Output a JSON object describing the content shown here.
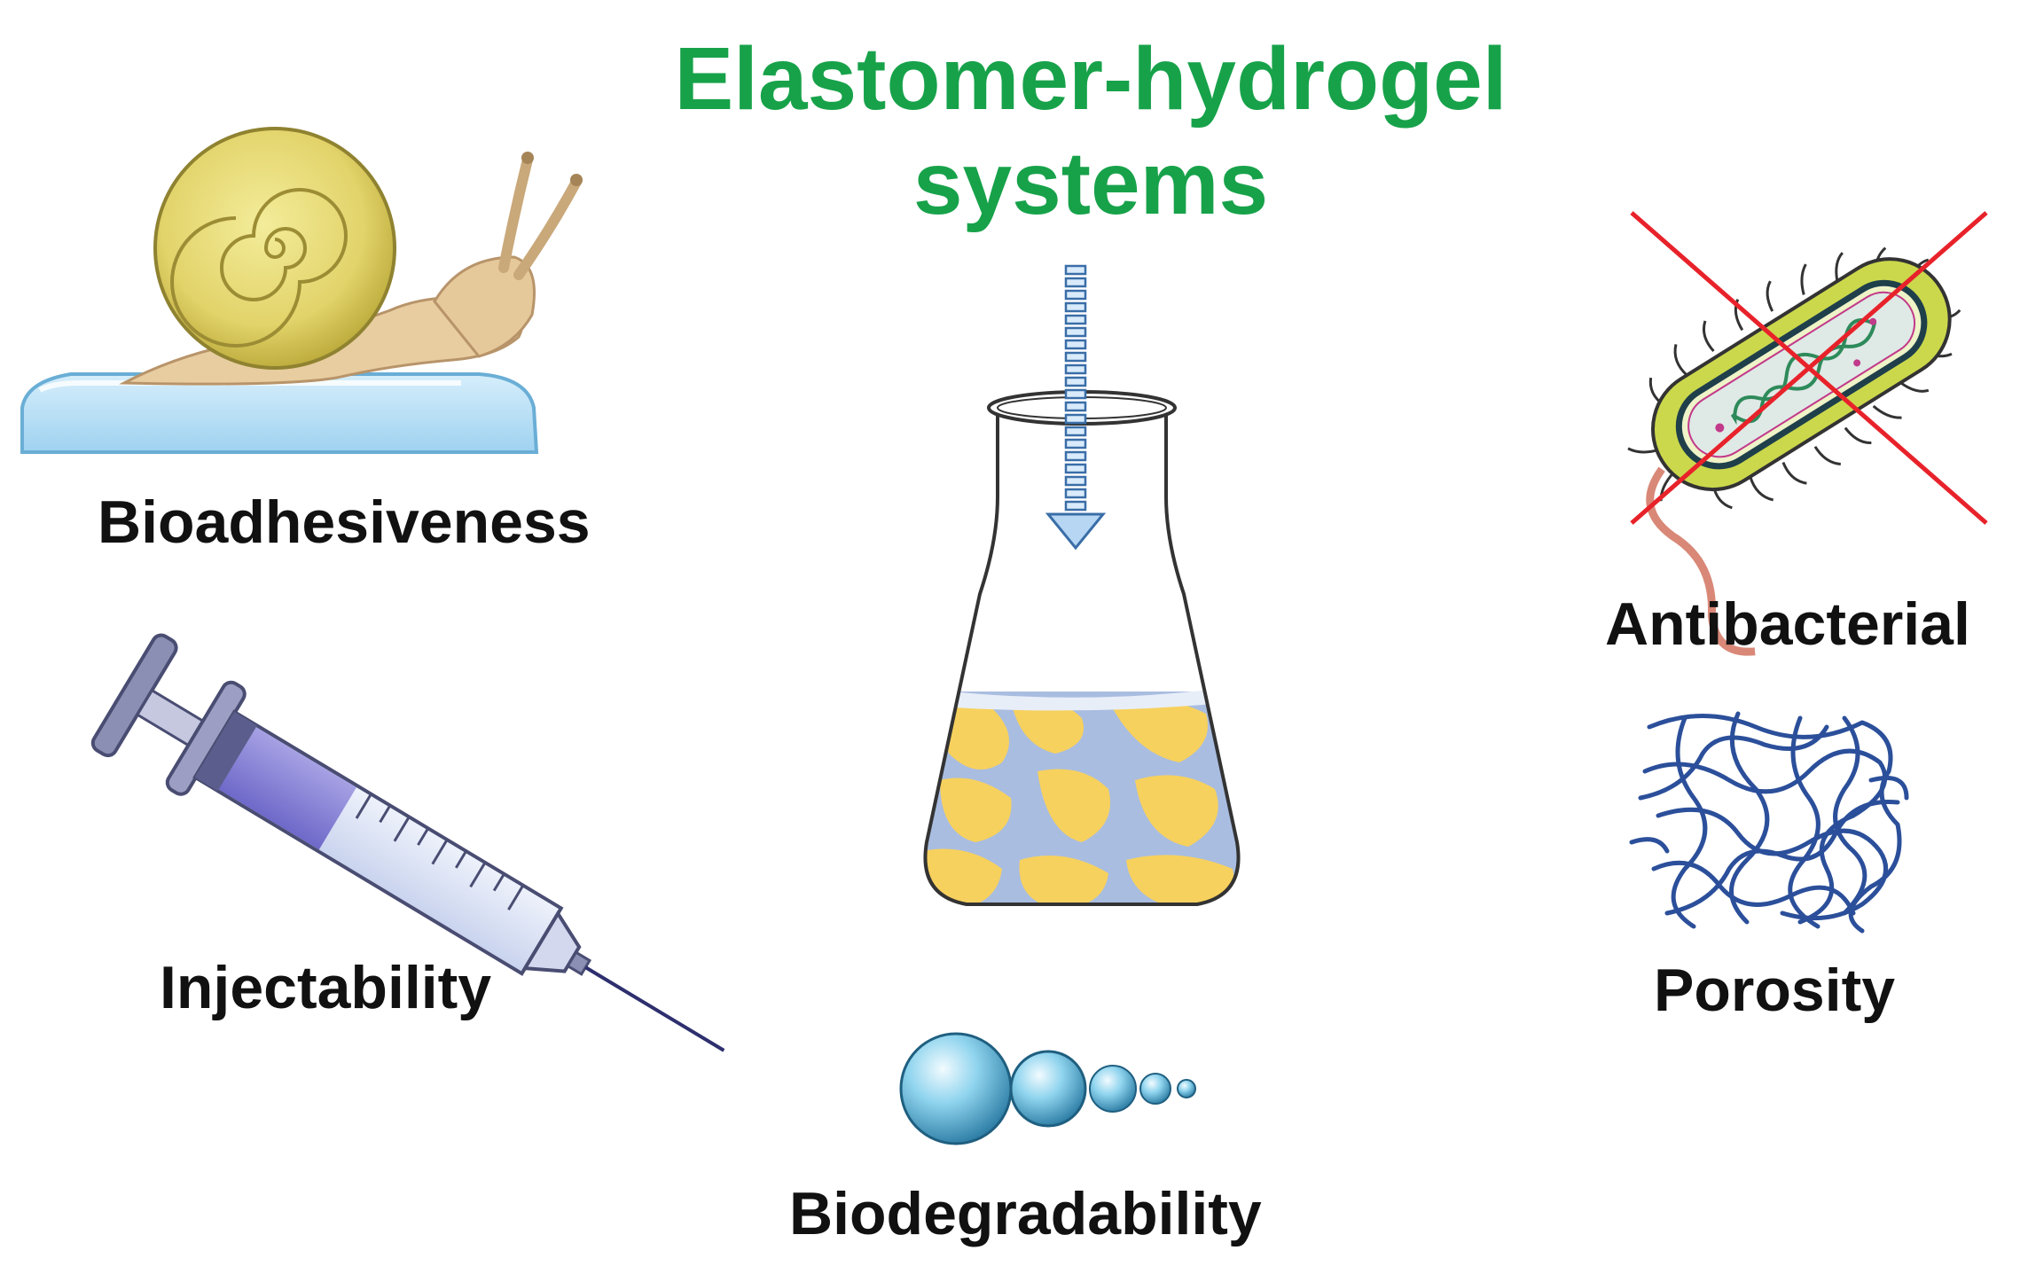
{
  "title": {
    "line1": "Elastomer-hydrogel",
    "line2": "systems"
  },
  "properties": {
    "bioadhesiveness": "Bioadhesiveness",
    "injectability": "Injectability",
    "biodegradability": "Biodegradability",
    "antibacterial": "Antibacterial",
    "porosity": "Porosity"
  },
  "icons": {
    "snail": "snail-icon",
    "syringe": "syringe-icon",
    "flask": "flask-icon",
    "arrow": "arrow-down-icon",
    "spheres": "spheres-icon",
    "bacterium": "bacterium-icon",
    "cross": "cross-icon",
    "network": "polymer-network-icon"
  },
  "colors": {
    "title": "#17a24a",
    "cross": "#e8222a",
    "network": "#2b4f9a",
    "gel_yellow": "#f7d15e",
    "gel_blue": "#a9bde0"
  }
}
